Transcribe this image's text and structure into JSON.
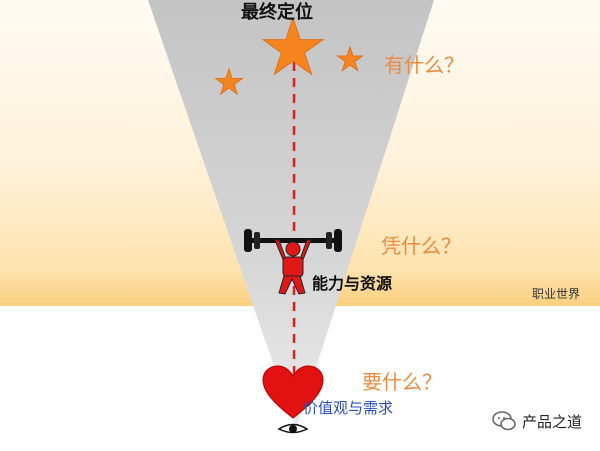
{
  "diagram": {
    "title": "最终定位",
    "question_have": "有什么？",
    "question_rely": "凭什么？",
    "question_want": "要什么？",
    "ability_label": "能力与资源",
    "world_label": "职业世界",
    "values_label": "价值观与需求"
  },
  "watermark": {
    "text": "产品之道"
  },
  "colors": {
    "star": "#f6851f",
    "dash": "#e02020",
    "heart": "#e11212",
    "question": "#ee8a3e",
    "values_text": "#2b4fc0",
    "cone": "#c8c8c8"
  }
}
